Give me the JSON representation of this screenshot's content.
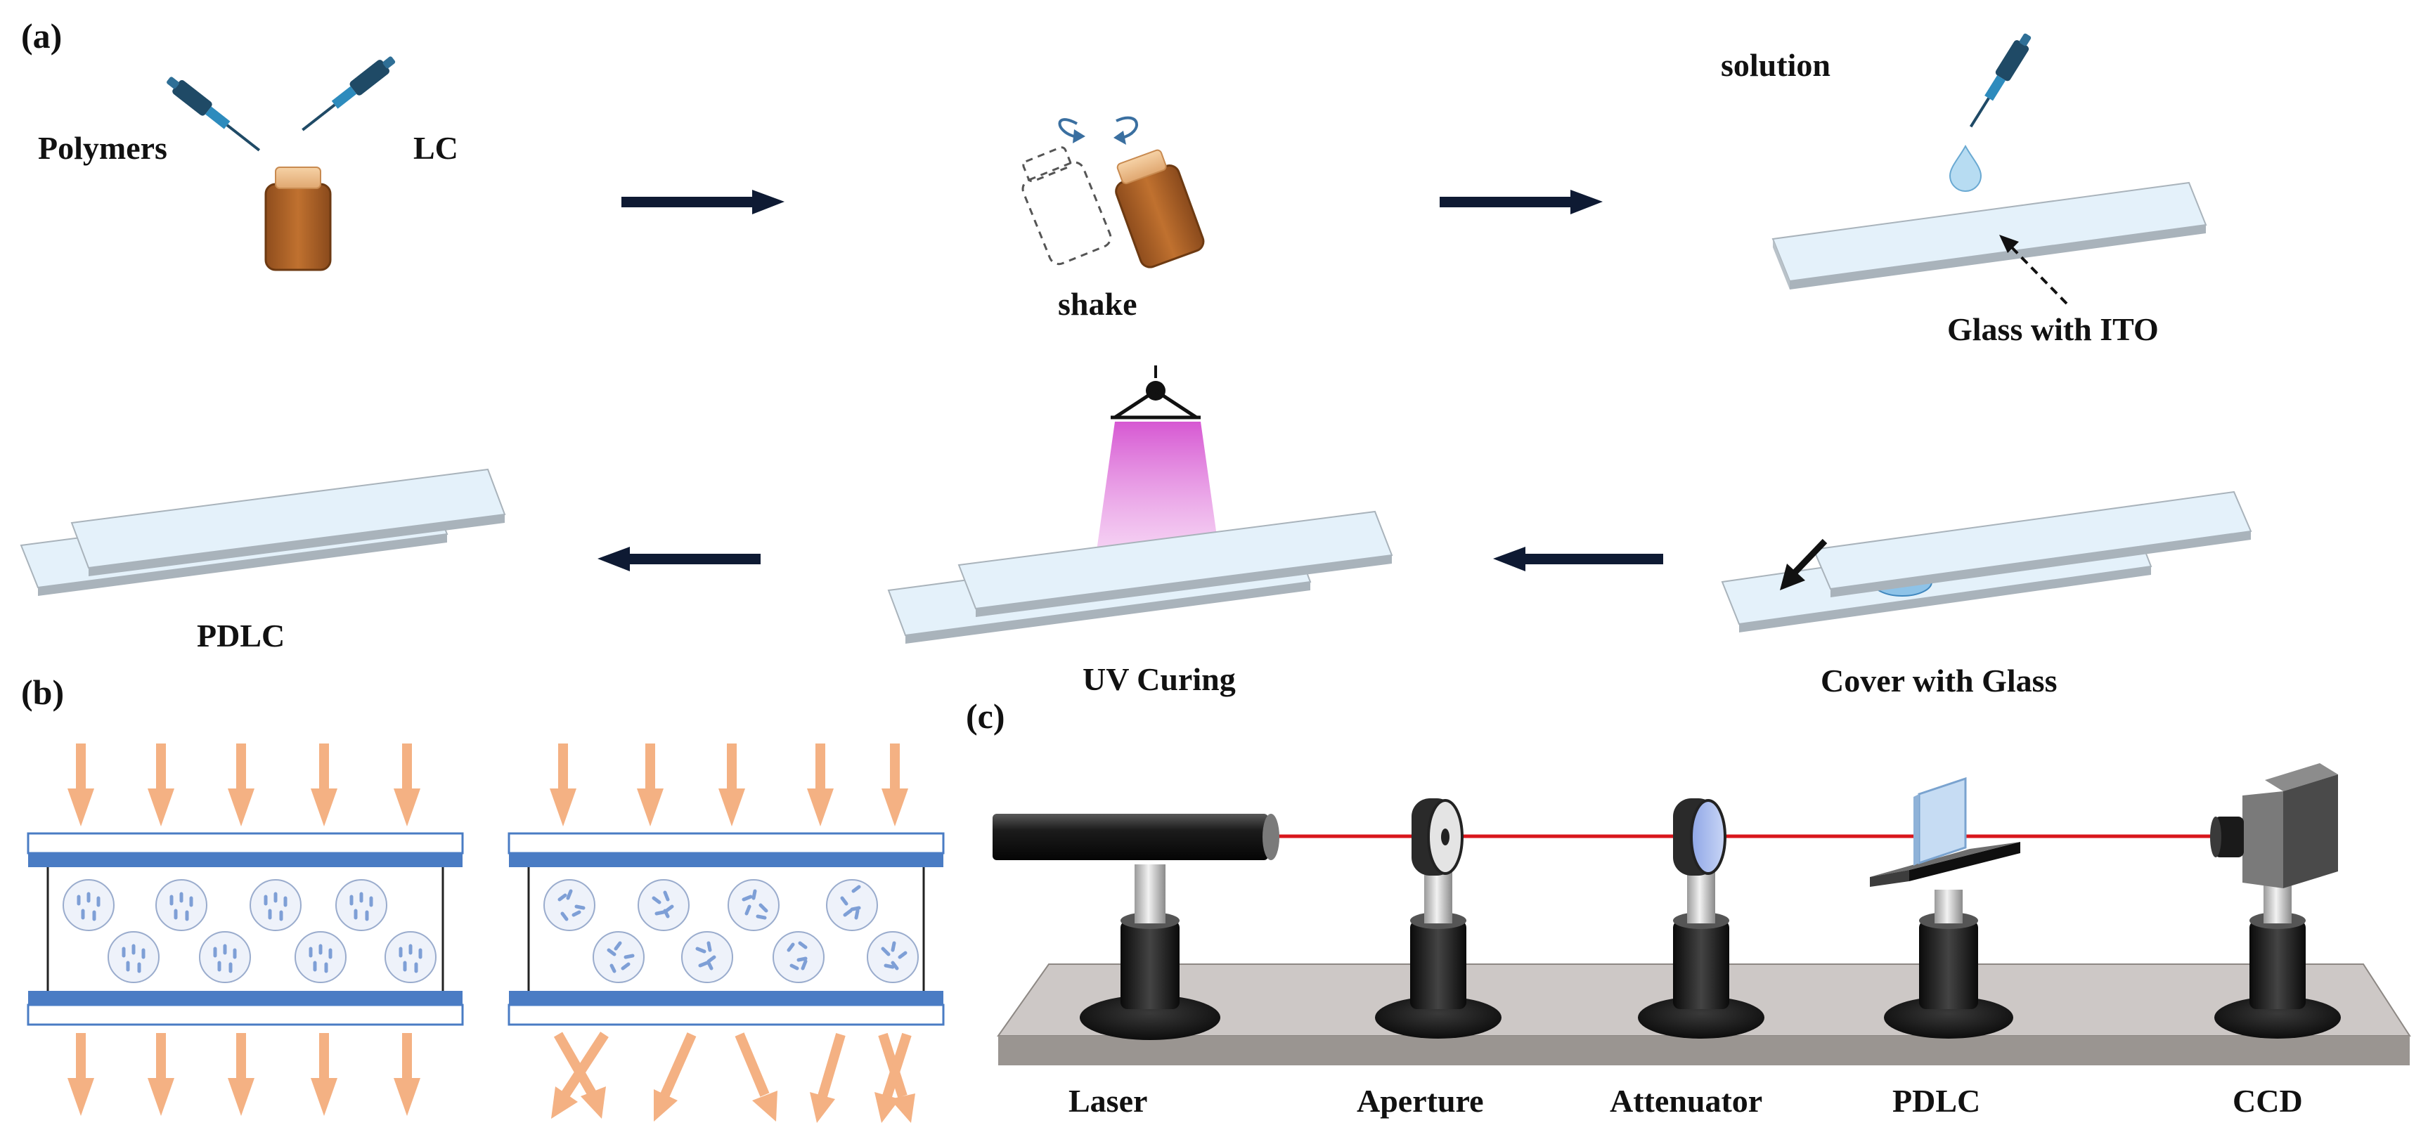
{
  "panels": {
    "a": "(a)",
    "b": "(b)",
    "c": "(c)"
  },
  "panel_a": {
    "polymers": "Polymers",
    "lc": "LC",
    "shake": "shake",
    "solution": "solution",
    "glass_with_ito": "Glass with ITO",
    "cover_with_glass": "Cover with Glass",
    "uv_curing": "UV Curing",
    "pdlc": "PDLC"
  },
  "panel_c": {
    "laser": "Laser",
    "aperture": "Aperture",
    "attenuator": "Attenuator",
    "pdlc": "PDLC",
    "ccd": "CCD"
  },
  "colors": {
    "vial_brown": "#b3642a",
    "process_arrow": "#0e1a33",
    "glass_top": "#e4f1fa",
    "glass_edge": "#a9b3bb",
    "uv_light": "#d44fd0",
    "light_arrow": "#f4b183",
    "electrode_blue": "#4a7cc4",
    "lc_droplet": "#c7d6ee",
    "laser_beam": "#d9161c",
    "optical_bench": "#cdc8c6"
  }
}
